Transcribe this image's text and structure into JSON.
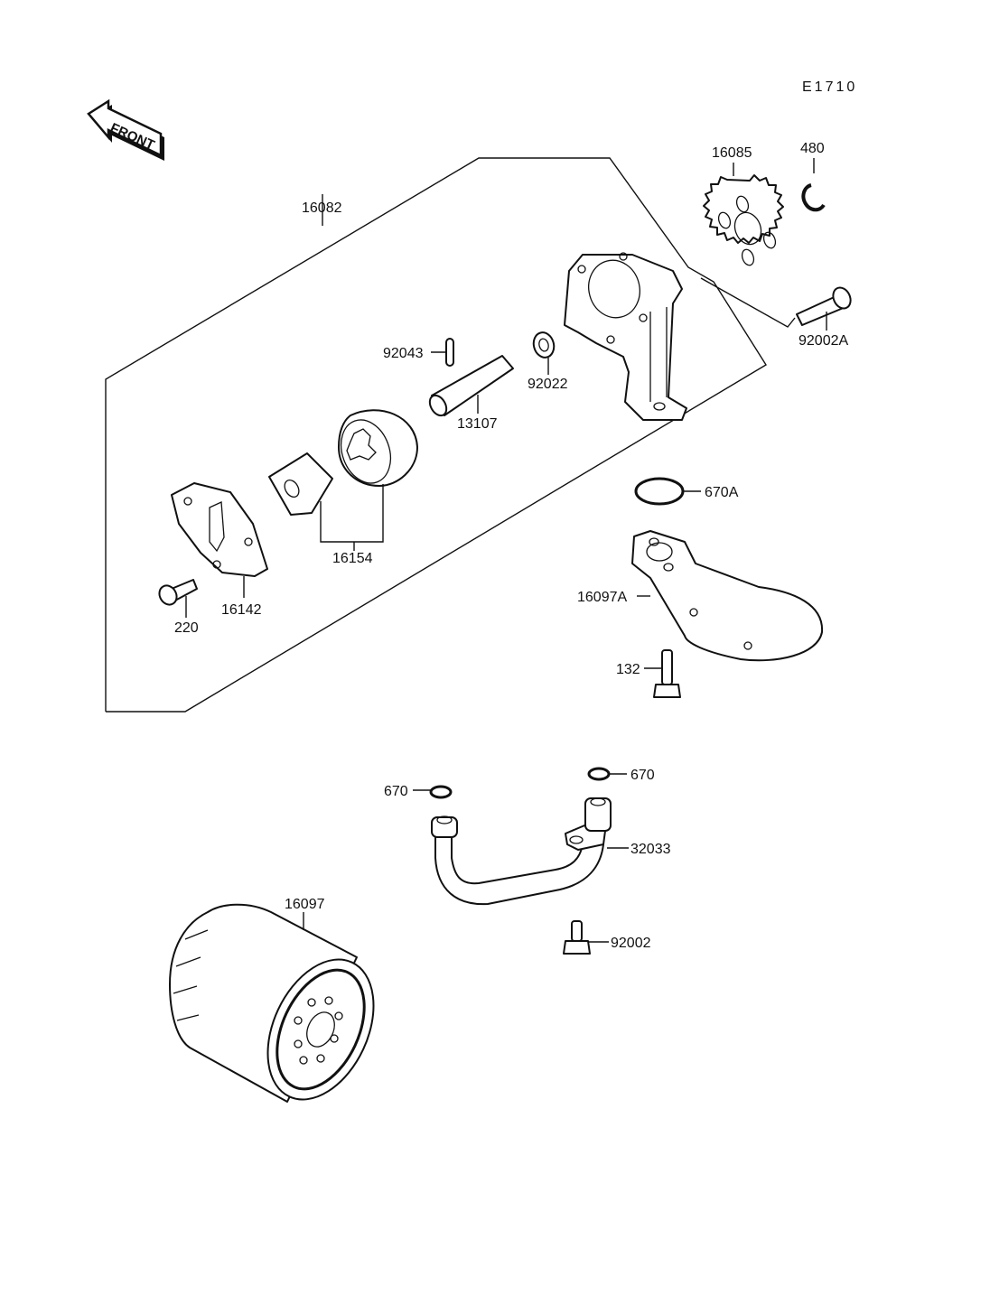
{
  "diagram": {
    "reference_code": "E1710",
    "front_indicator": "FRONT",
    "assembly_label": "16082",
    "parts": [
      {
        "id": "16085",
        "name": "gear"
      },
      {
        "id": "480",
        "name": "circlip"
      },
      {
        "id": "92002A",
        "name": "bolt"
      },
      {
        "id": "92043",
        "name": "pin"
      },
      {
        "id": "92022",
        "name": "washer"
      },
      {
        "id": "13107",
        "name": "shaft"
      },
      {
        "id": "16154",
        "name": "rotor-set"
      },
      {
        "id": "16142",
        "name": "pump-cover"
      },
      {
        "id": "220",
        "name": "screw"
      },
      {
        "id": "670A",
        "name": "o-ring"
      },
      {
        "id": "16097A",
        "name": "oil-screen"
      },
      {
        "id": "132",
        "name": "bolt"
      },
      {
        "id": "670",
        "name": "o-ring-left"
      },
      {
        "id": "670",
        "name": "o-ring-right"
      },
      {
        "id": "32033",
        "name": "oil-pipe"
      },
      {
        "id": "92002",
        "name": "bolt"
      },
      {
        "id": "16097",
        "name": "oil-filter"
      }
    ]
  }
}
